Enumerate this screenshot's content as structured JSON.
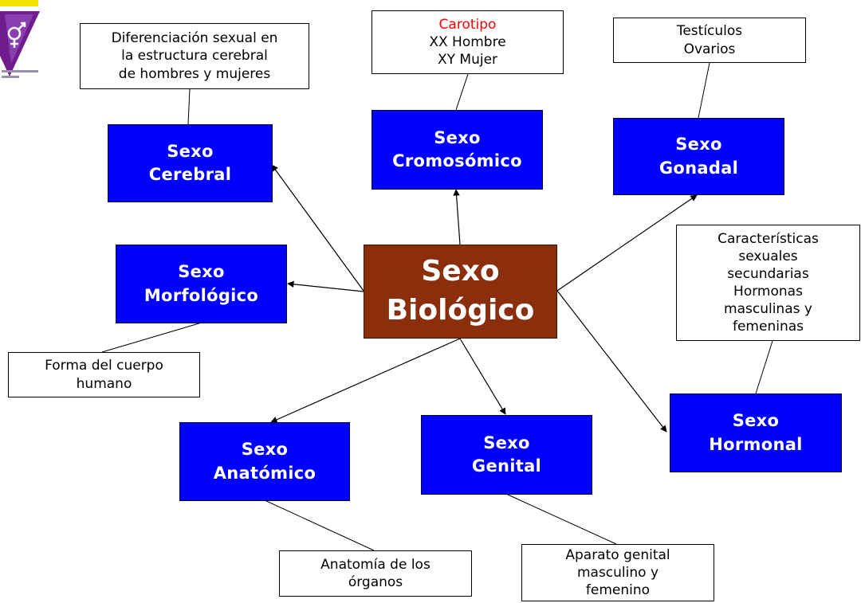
{
  "colors": {
    "node": "#0000ff",
    "center": "#8b2e0c",
    "highlight": "#ff0000",
    "logo_purple": "#6f1d8c",
    "logo_yellow": "#f2e200"
  },
  "center": {
    "line1": "Sexo",
    "line2": "Biológico"
  },
  "nodes": {
    "cerebral": {
      "line1": "Sexo",
      "line2": "Cerebral"
    },
    "cromosomico": {
      "line1": "Sexo",
      "line2": "Cromosómico"
    },
    "gonadal": {
      "line1": "Sexo",
      "line2": "Gonadal"
    },
    "morfologico": {
      "line1": "Sexo",
      "line2": "Morfológico"
    },
    "hormonal": {
      "line1": "Sexo",
      "line2": "Hormonal"
    },
    "anatomico": {
      "line1": "Sexo",
      "line2": "Anatómico"
    },
    "genital": {
      "line1": "Sexo",
      "line2": "Genital"
    }
  },
  "notes": {
    "cerebral": [
      "Diferenciación sexual en",
      "la estructura cerebral",
      "de hombres y mujeres"
    ],
    "cromosomico": [
      "Carotipo",
      "XX Hombre",
      "XY Mujer"
    ],
    "gonadal": [
      "Testículos",
      "Ovarios"
    ],
    "morfologico": [
      "Forma del cuerpo",
      "humano"
    ],
    "hormonal": [
      "Características",
      "sexuales",
      "secundarias",
      "Hormonas",
      "masculinas y",
      "femeninas"
    ],
    "anatomico": [
      "Anatomía de los",
      "órganos"
    ],
    "genital": [
      "Aparato genital",
      "masculino y",
      "femenino"
    ]
  },
  "logo": {
    "icon": "gender-symbol-triangle-logo"
  }
}
